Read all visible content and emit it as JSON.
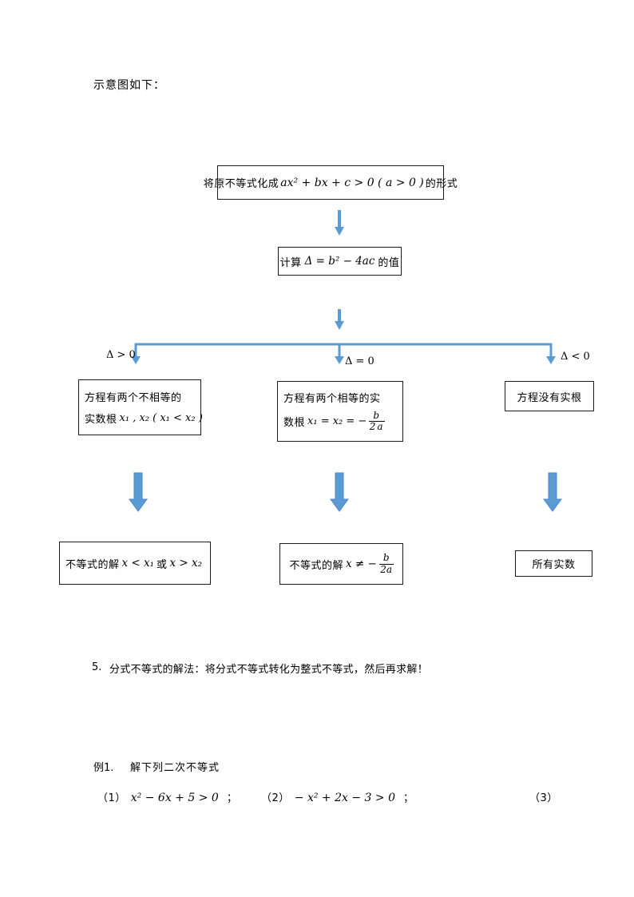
{
  "colors": {
    "arrow_blue": "#5b9bd5",
    "arrow_blue_dark": "#4f87c5"
  },
  "page": {
    "heading": "示意图如下："
  },
  "flowchart": {
    "box1": {
      "prefix": "将原不等式化成",
      "math": "ax² + bx + c > 0 ( a > 0 )",
      "suffix": "的形式"
    },
    "box2": {
      "prefix": "计算",
      "math": "Δ = b² − 4ac",
      "suffix": "的值"
    },
    "branch_labels": {
      "gt": "Δ > 0",
      "eq": "Δ = 0",
      "lt": "Δ < 0"
    },
    "case_left": {
      "line1": "方程有两个不相等的",
      "line2_prefix": "实数根",
      "line2_math": "x₁ , x₂ ( x₁ < x₂ )"
    },
    "case_middle": {
      "line1": "方程有两个相等的实",
      "line2_prefix": "数根",
      "line2_math": "x₁ = x₂ = −",
      "frac_num": "b",
      "frac_den": "2a"
    },
    "case_right": {
      "text": "方程没有实根"
    },
    "result_left": {
      "prefix": "不等式的解",
      "math1": "x < x₁",
      "mid": "或",
      "math2": "x > x₂"
    },
    "result_middle": {
      "prefix": "不等式的解",
      "math": "x ≠ −",
      "frac_num": "b",
      "frac_den": "2a"
    },
    "result_right": {
      "text": "所有实数"
    }
  },
  "notes": {
    "num": "5.",
    "text": "分式不等式的解法：将分式不等式转化为整式不等式，然后再求解！"
  },
  "example": {
    "label": "例1.",
    "title": "解下列二次不等式",
    "problems": [
      {
        "num": "（1）",
        "expr": "x² − 6x + 5 > 0",
        "sep": "；"
      },
      {
        "num": "（2）",
        "expr": "− x² + 2x − 3 > 0",
        "sep": "；"
      },
      {
        "num": "（3）",
        "expr": "",
        "sep": ""
      }
    ]
  }
}
